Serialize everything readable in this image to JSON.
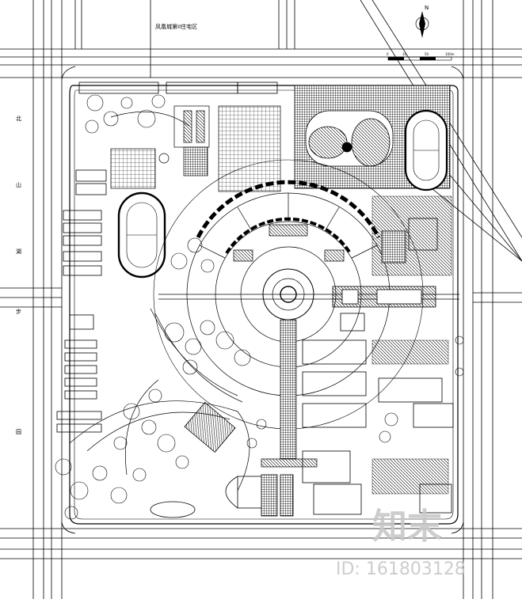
{
  "labels": {
    "top_district": "凤凰城第II住宅区",
    "left_road_chars": [
      "北",
      "山",
      "湖",
      "步",
      "园"
    ],
    "north_arrow": "N",
    "scale_marks": [
      "0",
      "10",
      "50",
      "100m"
    ]
  },
  "watermark": {
    "logo_text": "知末",
    "id_text": "ID: 161803128"
  },
  "colors": {
    "line": "#000000",
    "background": "#ffffff",
    "watermark": "#c8c8c8"
  }
}
